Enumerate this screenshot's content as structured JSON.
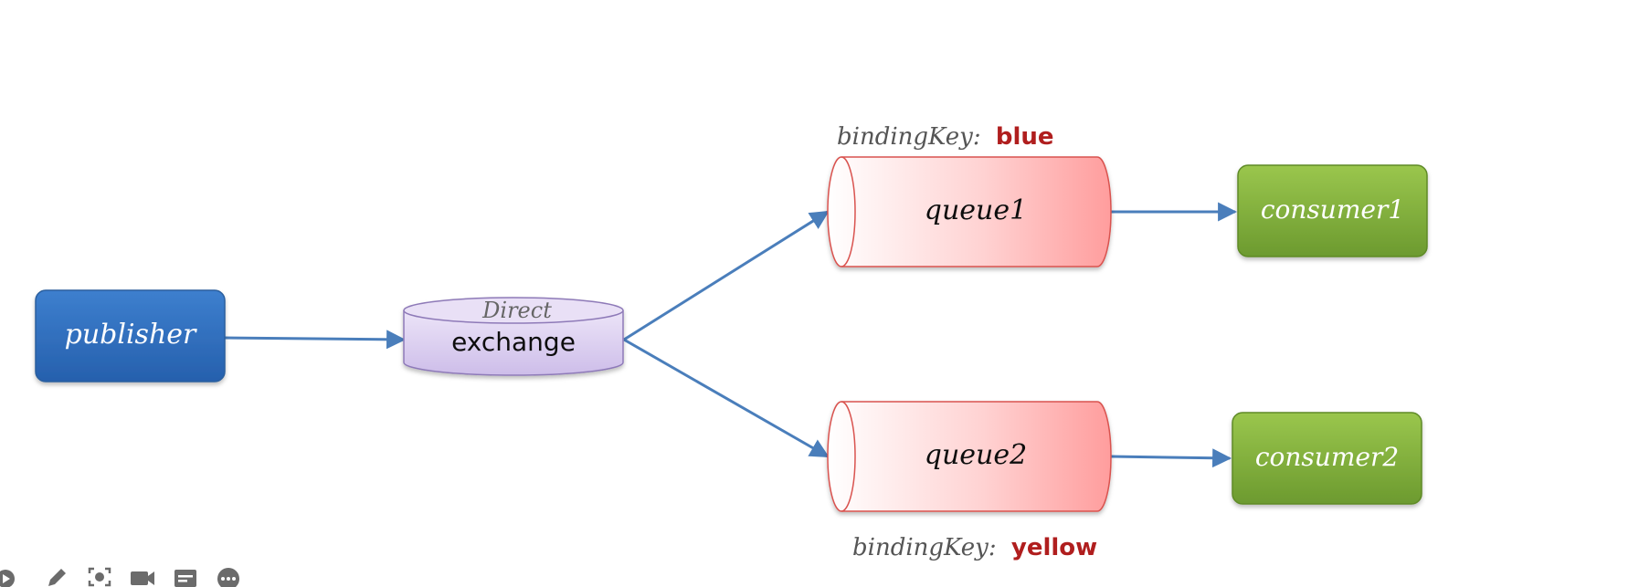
{
  "diagram": {
    "publisher": {
      "label": "publisher",
      "color": "#2e6fbe"
    },
    "exchange": {
      "type_label": "Direct",
      "label": "exchange",
      "color": "#d9cdef"
    },
    "queue1": {
      "label": "queue1",
      "binding_prefix": "bindingKey:",
      "binding_key": "blue"
    },
    "queue2": {
      "label": "queue2",
      "binding_prefix": "bindingKey:",
      "binding_key": "yellow"
    },
    "consumer1": {
      "label": "consumer1",
      "color": "#79a93a"
    },
    "consumer2": {
      "label": "consumer2",
      "color": "#79a93a"
    },
    "colors": {
      "arrow": "#4a7ebb",
      "binding_key": "#b01e1e",
      "queue_edge": "#d9534f"
    }
  },
  "toolbar": {
    "items": [
      {
        "icon": "play-icon"
      },
      {
        "icon": "pen-icon"
      },
      {
        "icon": "focus-icon"
      },
      {
        "icon": "camera-icon"
      },
      {
        "icon": "subtitle-icon"
      },
      {
        "icon": "more-icon"
      }
    ]
  }
}
